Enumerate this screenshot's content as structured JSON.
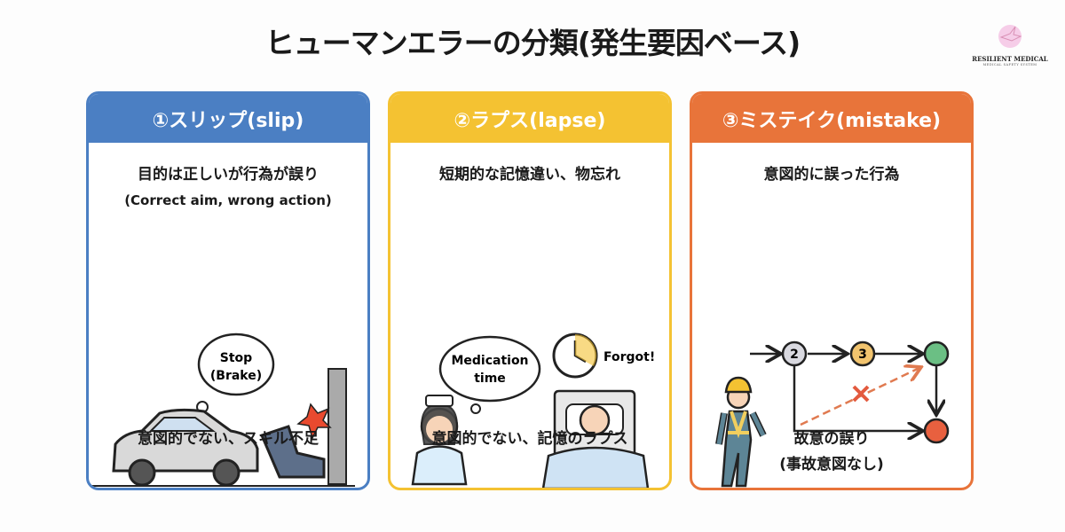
{
  "title": "ヒューマンエラーの分類(発生要因ベース)",
  "logo": {
    "name": "RESILIENT MEDICAL",
    "sub": "MEDICAL SAFETY SYSTEM"
  },
  "colors": {
    "slip": "#4b7fc3",
    "lapse": "#f4c232",
    "mistake": "#e8743a"
  },
  "cards": [
    {
      "header": "①スリップ(slip)",
      "desc": "目的は正しいが行為が誤り",
      "desc_en": "(Correct aim, wrong action)",
      "bubble1": "Stop",
      "bubble2": "(Brake)",
      "footer": "意図的でない、スキル不足"
    },
    {
      "header": "②ラプス(lapse)",
      "desc": "短期的な記憶違い、物忘れ",
      "bubble1": "Medication",
      "bubble2": "time",
      "forgot": "Forgot!",
      "footer": "意図的でない、記憶のラプス"
    },
    {
      "header": "③ミステイク(mistake)",
      "desc": "意図的に誤った行為",
      "node2": "2",
      "node3": "3",
      "footer1": "故意の誤り",
      "footer2": "(事故意図なし)"
    }
  ]
}
